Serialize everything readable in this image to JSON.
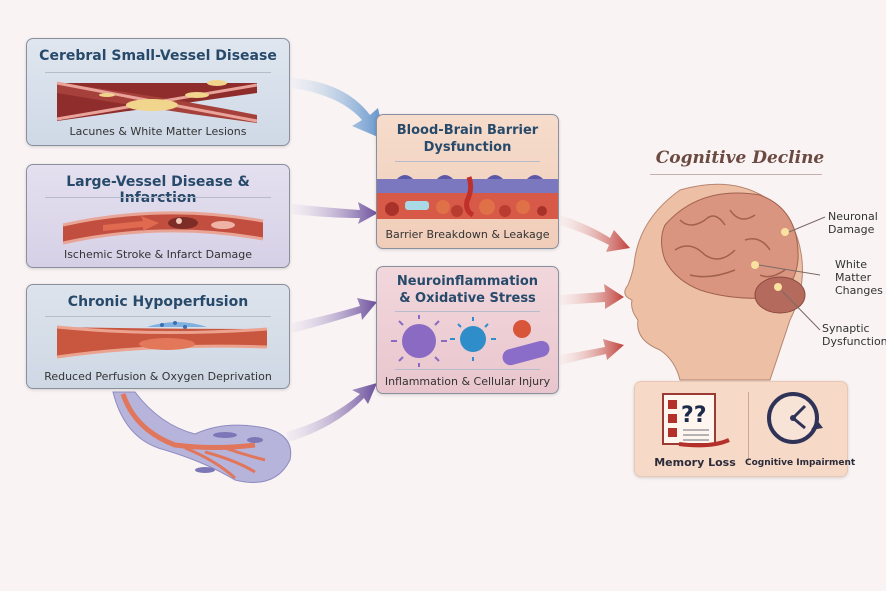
{
  "causes": [
    {
      "title": "Cerebral Small-Vessel Disease",
      "caption": "Lacunes & White Matter Lesions"
    },
    {
      "title": "Large-Vessel Disease & Infarction",
      "caption": "Ischemic Stroke & Infarct Damage"
    },
    {
      "title": "Chronic Hypoperfusion",
      "caption": "Reduced Perfusion & Oxygen Deprivation"
    }
  ],
  "mechanisms": [
    {
      "title_line1": "Blood-Brain Barrier",
      "title_line2": "Dysfunction",
      "caption": "Barrier Breakdown & Leakage"
    },
    {
      "title_line1": "Neuroinflammation",
      "title_line2": "& Oxidative Stress",
      "caption": "Inflammation & Cellular Injury"
    }
  ],
  "outcome": {
    "title": "Cognitive Decline",
    "labels": [
      {
        "line1": "Neuronal",
        "line2": "Damage"
      },
      {
        "line1": "White",
        "line2": "Matter",
        "line3": "Changes"
      },
      {
        "line1": "Synaptic",
        "line2": "Dysfunction"
      }
    ],
    "symptoms": [
      {
        "label": "Memory Loss",
        "icon": "checklist-question-icon"
      },
      {
        "label": "Cognitive Impairment",
        "icon": "clock-icon"
      }
    ]
  },
  "colors": {
    "blue_arrow": "#5b8fc9",
    "purple_arrow": "#6b4f9c",
    "red_arrow": "#c0413b",
    "title_blue": "#274a6b",
    "outcome_title": "#6b4a42"
  }
}
